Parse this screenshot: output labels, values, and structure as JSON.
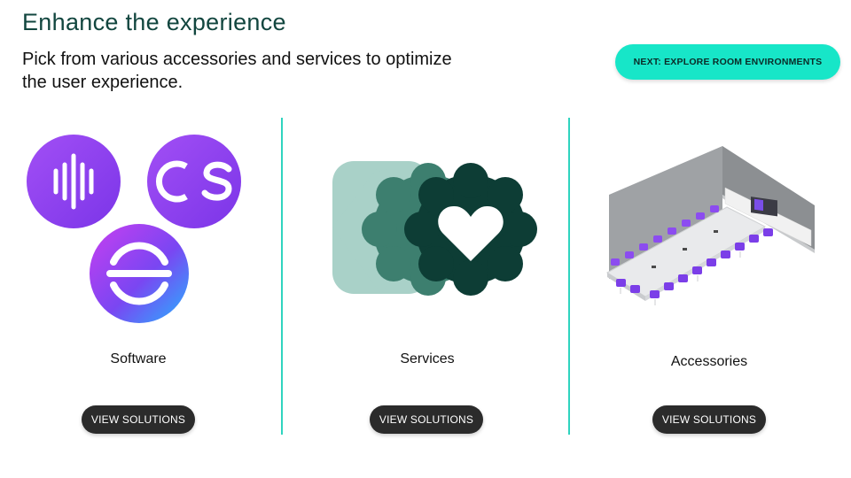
{
  "header": {
    "title": "Enhance the experience",
    "subtitle": "Pick from various accessories and services to optimize the user experience.",
    "next_button": "NEXT:  EXPLORE ROOM ENVIRONMENTS"
  },
  "columns": [
    {
      "label": "Software",
      "button": "VIEW SOLUTIONS",
      "icon": "software-icons"
    },
    {
      "label": "Services",
      "button": "VIEW SOLUTIONS",
      "icon": "services-heart-badges"
    },
    {
      "label": "Accessories",
      "button": "VIEW SOLUTIONS",
      "icon": "conference-room-illustration"
    }
  ],
  "colors": {
    "title": "#12463f",
    "accent": "#17e6c8",
    "divider": "#2fd4bf",
    "button_dark": "#2b2b2b",
    "purple": "#8a3ff0"
  }
}
